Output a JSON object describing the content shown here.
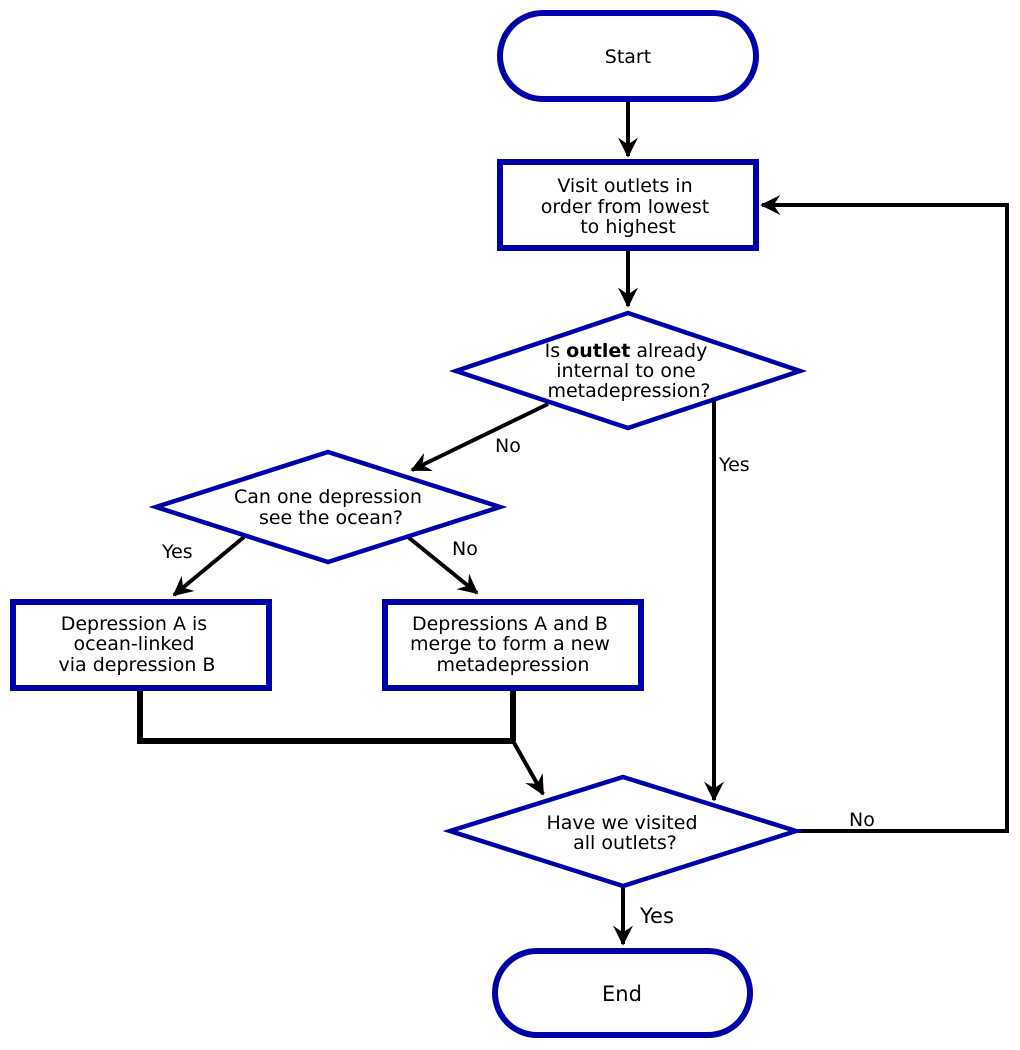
{
  "nodes": {
    "start": {
      "label": "Start"
    },
    "visit": {
      "lines": [
        "Visit outlets in",
        "order from lowest",
        "to highest"
      ]
    },
    "internal": {
      "line1_prefix": "Is ",
      "line1_bold": "outlet",
      "line1_suffix": " already",
      "line2": "internal to one",
      "line3": "metadepression?"
    },
    "ocean": {
      "lines": [
        "Can one depression",
        "see the ocean?"
      ]
    },
    "linked": {
      "lines": [
        "Depression A is",
        "ocean-linked",
        "via depression B"
      ]
    },
    "merge": {
      "lines": [
        "Depressions A and B",
        "merge to form a new",
        "metadepression"
      ]
    },
    "visited": {
      "lines": [
        "Have we visited",
        "all outlets?"
      ]
    },
    "end": {
      "label": "End"
    }
  },
  "edges": {
    "internal_no": "No",
    "internal_yes": "Yes",
    "ocean_yes": "Yes",
    "ocean_no": "No",
    "visited_no": "No",
    "visited_yes": "Yes"
  },
  "colors": {
    "node_stroke": "#0000a8",
    "line": "#000000"
  }
}
